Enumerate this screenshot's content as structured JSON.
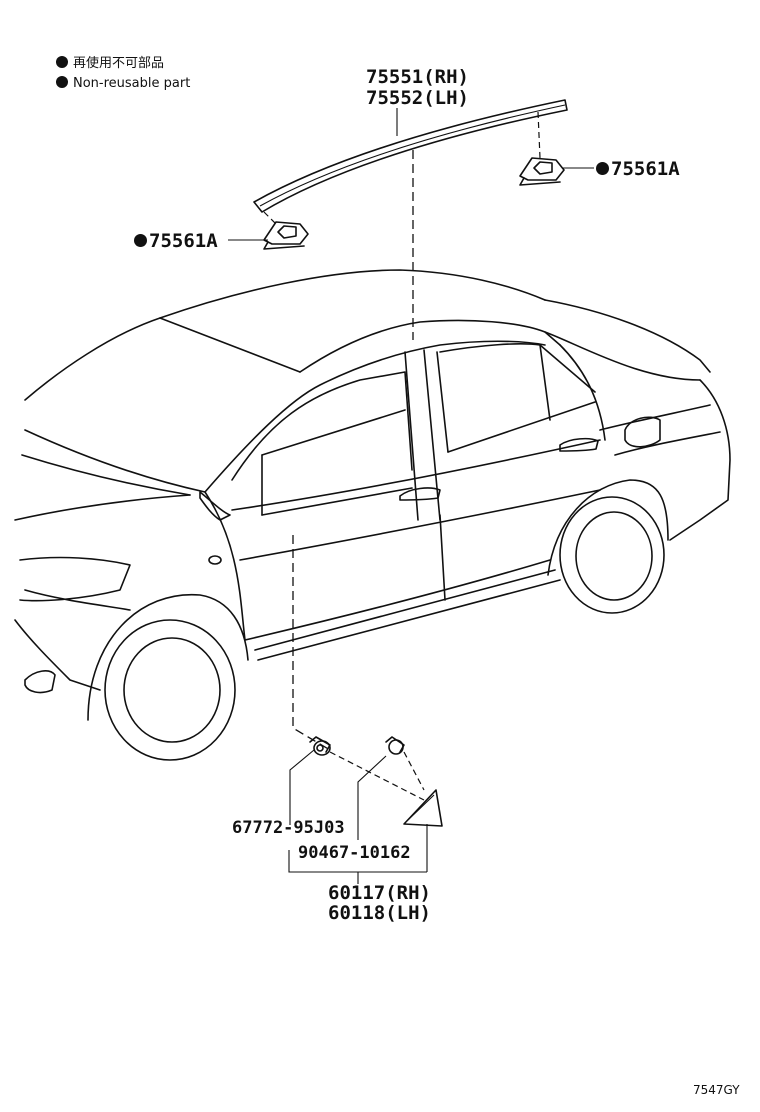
{
  "legend": {
    "jp": "再使用不可部品",
    "en": "Non-reusable part",
    "marker_icon": "filled-circle-icon"
  },
  "parts": {
    "roof_molding_rh": "75551(RH)",
    "roof_molding_lh": "75552(LH)",
    "clip_right": "75561A",
    "clip_left": "75561A",
    "screw_a": "67772-95J03",
    "screw_b": "90467-10162",
    "cover_rh": "60117(RH)",
    "cover_lh": "60118(LH)"
  },
  "diagram_id": "7547GY",
  "colors": {
    "ink": "#111111",
    "background": "#ffffff"
  }
}
